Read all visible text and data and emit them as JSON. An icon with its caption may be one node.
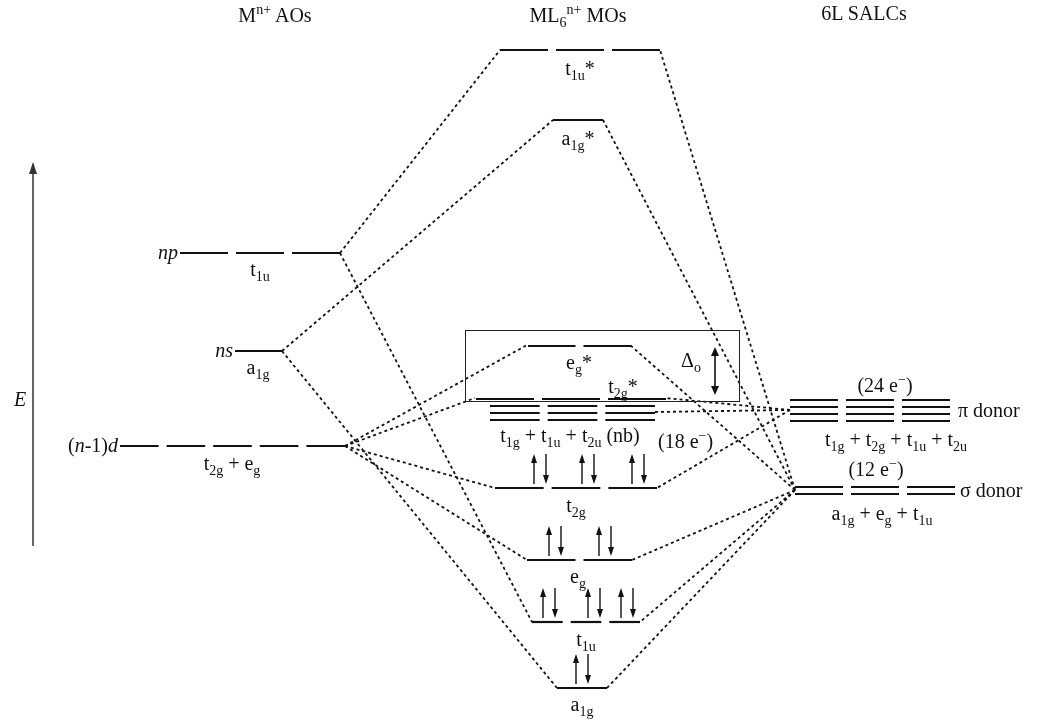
{
  "diagram": {
    "nodes": [
      {
        "text": [
          "np",
          "t$_{1u}$"
        ]
      },
      {
        "text": [
          "ns",
          "a$_{1g}$"
        ]
      },
      {
        "text": [
          "(*n*-1)*d*",
          "t$_{2g}$ + e$_{g}$"
        ]
      },
      {
        "text": [
          "t$_{1u}$*"
        ]
      },
      {
        "text": [
          "a$_{1g}$*"
        ]
      },
      {
        "text": [
          "Δ$_{o}$"
        ]
      },
      {
        "text": [
          "e$_{g}$*"
        ],
        "in": 5
      },
      {
        "text": [
          "t$_{2g}$*"
        ],
        "in": 5
      },
      {
        "text": [
          "t$_{1g}$ + t$_{1u}$ + t$_{2u}$ (nb)"
        ],
        "beside": [
          "(18 e$^{−}$)"
        ]
      },
      {
        "text": [
          "t$_{2g}$"
        ]
      },
      {
        "text": [
          "e$_{g}$"
        ]
      },
      {
        "text": [
          "t$_{1u}$"
        ]
      },
      {
        "text": [
          "a$_{1g}$"
        ]
      },
      {
        "text": [
          "π donor",
          "t$_{1g}$ + t$_{2g}$ + t$_{1u}$ + t$_{2u}$"
        ],
        "beside": [
          "(24 e$^{−}$)"
        ]
      },
      {
        "text": [
          "σ donor",
          "a$_{1g}$ + e$_{g}$ + t$_{1u}$"
        ],
        "beside": [
          "(12 e$^{−}$)"
        ]
      }
    ],
    "edges": [
      {
        "from": 0,
        "to": 3,
        "arrow": "none",
        "style": "dashed"
      },
      {
        "from": 0,
        "to": 11,
        "arrow": "none",
        "style": "dashed"
      },
      {
        "from": 1,
        "to": 4,
        "arrow": "none",
        "style": "dashed"
      },
      {
        "from": 1,
        "to": 12,
        "arrow": "none",
        "style": "dashed"
      },
      {
        "from": 2,
        "to": 6,
        "arrow": "none",
        "style": "dashed"
      },
      {
        "from": 2,
        "to": 7,
        "arrow": "none",
        "style": "dashed"
      },
      {
        "from": 2,
        "to": 9,
        "arrow": "none",
        "style": "dashed"
      },
      {
        "from": 2,
        "to": 10,
        "arrow": "none",
        "style": "dashed"
      },
      {
        "from": 14,
        "to": 3,
        "arrow": "none",
        "style": "dashed"
      },
      {
        "from": 14,
        "to": 4,
        "arrow": "none",
        "style": "dashed"
      },
      {
        "from": 14,
        "to": 6,
        "arrow": "none",
        "style": "dashed"
      },
      {
        "from": 13,
        "to": 7,
        "arrow": "none",
        "style": "dashed"
      },
      {
        "from": 13,
        "to": 8,
        "arrow": "none",
        "style": "dashed"
      },
      {
        "from": 13,
        "to": 9,
        "arrow": "none",
        "style": "dashed"
      },
      {
        "from": 14,
        "to": 10,
        "arrow": "none",
        "style": "dashed"
      },
      {
        "from": 14,
        "to": 11,
        "arrow": "none",
        "style": "dashed"
      },
      {
        "from": 14,
        "to": 12,
        "arrow": "none",
        "style": "dashed"
      }
    ],
    "labels": [
      "M$^{n+}$ AOs",
      "ML$_{6}$$^{n+}$ MOs",
      "6L SALCs",
      "E"
    ]
  }
}
